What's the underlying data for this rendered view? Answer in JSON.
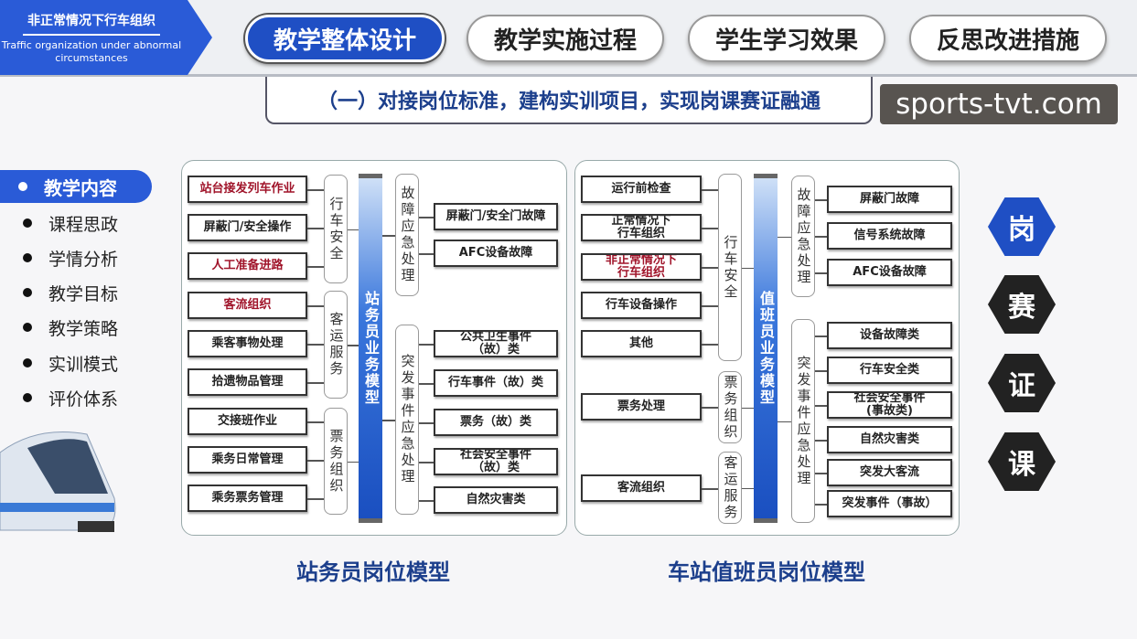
{
  "brand": {
    "title": "非正常情况下行车组织",
    "subtitle": "Traffic organization under abnormal circumstances"
  },
  "tabs": [
    {
      "label": "教学整体设计",
      "active": true
    },
    {
      "label": "教学实施过程"
    },
    {
      "label": "学生学习效果"
    },
    {
      "label": "反思改进措施"
    }
  ],
  "watermark": "sports-tvt.com",
  "section_title": "（一）对接岗位标准，建构实训项目，实现岗课赛证融通",
  "sidebar": {
    "active": "教学内容",
    "items": [
      "课程思政",
      "学情分析",
      "教学目标",
      "教学策略",
      "实训模式",
      "评价体系"
    ]
  },
  "left_model": {
    "caption": "站务员岗位模型",
    "center": "站务员业务模型",
    "left_groups": [
      {
        "label": "行车安全",
        "items": [
          {
            "t": "站台接发列车作业",
            "red": true
          },
          {
            "t": "屏蔽门/安全操作"
          },
          {
            "t": "人工准备进路",
            "red": true
          }
        ]
      },
      {
        "label": "客运服务",
        "items": [
          {
            "t": "客流组织",
            "red": true
          },
          {
            "t": "乘客事物处理"
          },
          {
            "t": "拾遗物品管理"
          }
        ]
      },
      {
        "label": "票务组织",
        "items": [
          {
            "t": "交接班作业"
          },
          {
            "t": "乘务日常管理"
          },
          {
            "t": "乘务票务管理"
          }
        ]
      }
    ],
    "right_groups": [
      {
        "label": "故障应急处理",
        "items": [
          "屏蔽门/安全门故障",
          "AFC设备故障"
        ]
      },
      {
        "label": "突发事件应急处理",
        "items": [
          "公共卫生事件\n（故）类",
          "行车事件（故）类",
          "票务（故）类",
          "社会安全事件\n（故）类",
          "自然灾害类"
        ]
      }
    ]
  },
  "right_model": {
    "caption": "车站值班员岗位模型",
    "center": "值班员业务模型",
    "left_groups": [
      {
        "label": "行车安全",
        "items": [
          {
            "t": "运行前检查"
          },
          {
            "t": "正常情况下\n行车组织"
          },
          {
            "t": "非正常情况下\n行车组织",
            "red": true
          },
          {
            "t": "行车设备操作"
          },
          {
            "t": "其他"
          }
        ]
      },
      {
        "label": "票务组织",
        "items": [
          {
            "t": "票务处理"
          }
        ]
      },
      {
        "label": "客运服务",
        "items": [
          {
            "t": "客流组织"
          }
        ]
      }
    ],
    "right_groups": [
      {
        "label": "故障应急处理",
        "items": [
          "屏蔽门故障",
          "信号系统故障",
          "AFC设备故障"
        ]
      },
      {
        "label": "突发事件应急处理",
        "items": [
          "设备故障类",
          "行车安全类",
          "社会安全事件\n(事故类)",
          "自然灾害类",
          "突发大客流",
          "突发事件（事故）"
        ]
      }
    ]
  },
  "badges": [
    {
      "t": "岗",
      "color": "#1f4fc4"
    },
    {
      "t": "赛",
      "color": "#222"
    },
    {
      "t": "证",
      "color": "#222"
    },
    {
      "t": "课",
      "color": "#222"
    }
  ]
}
